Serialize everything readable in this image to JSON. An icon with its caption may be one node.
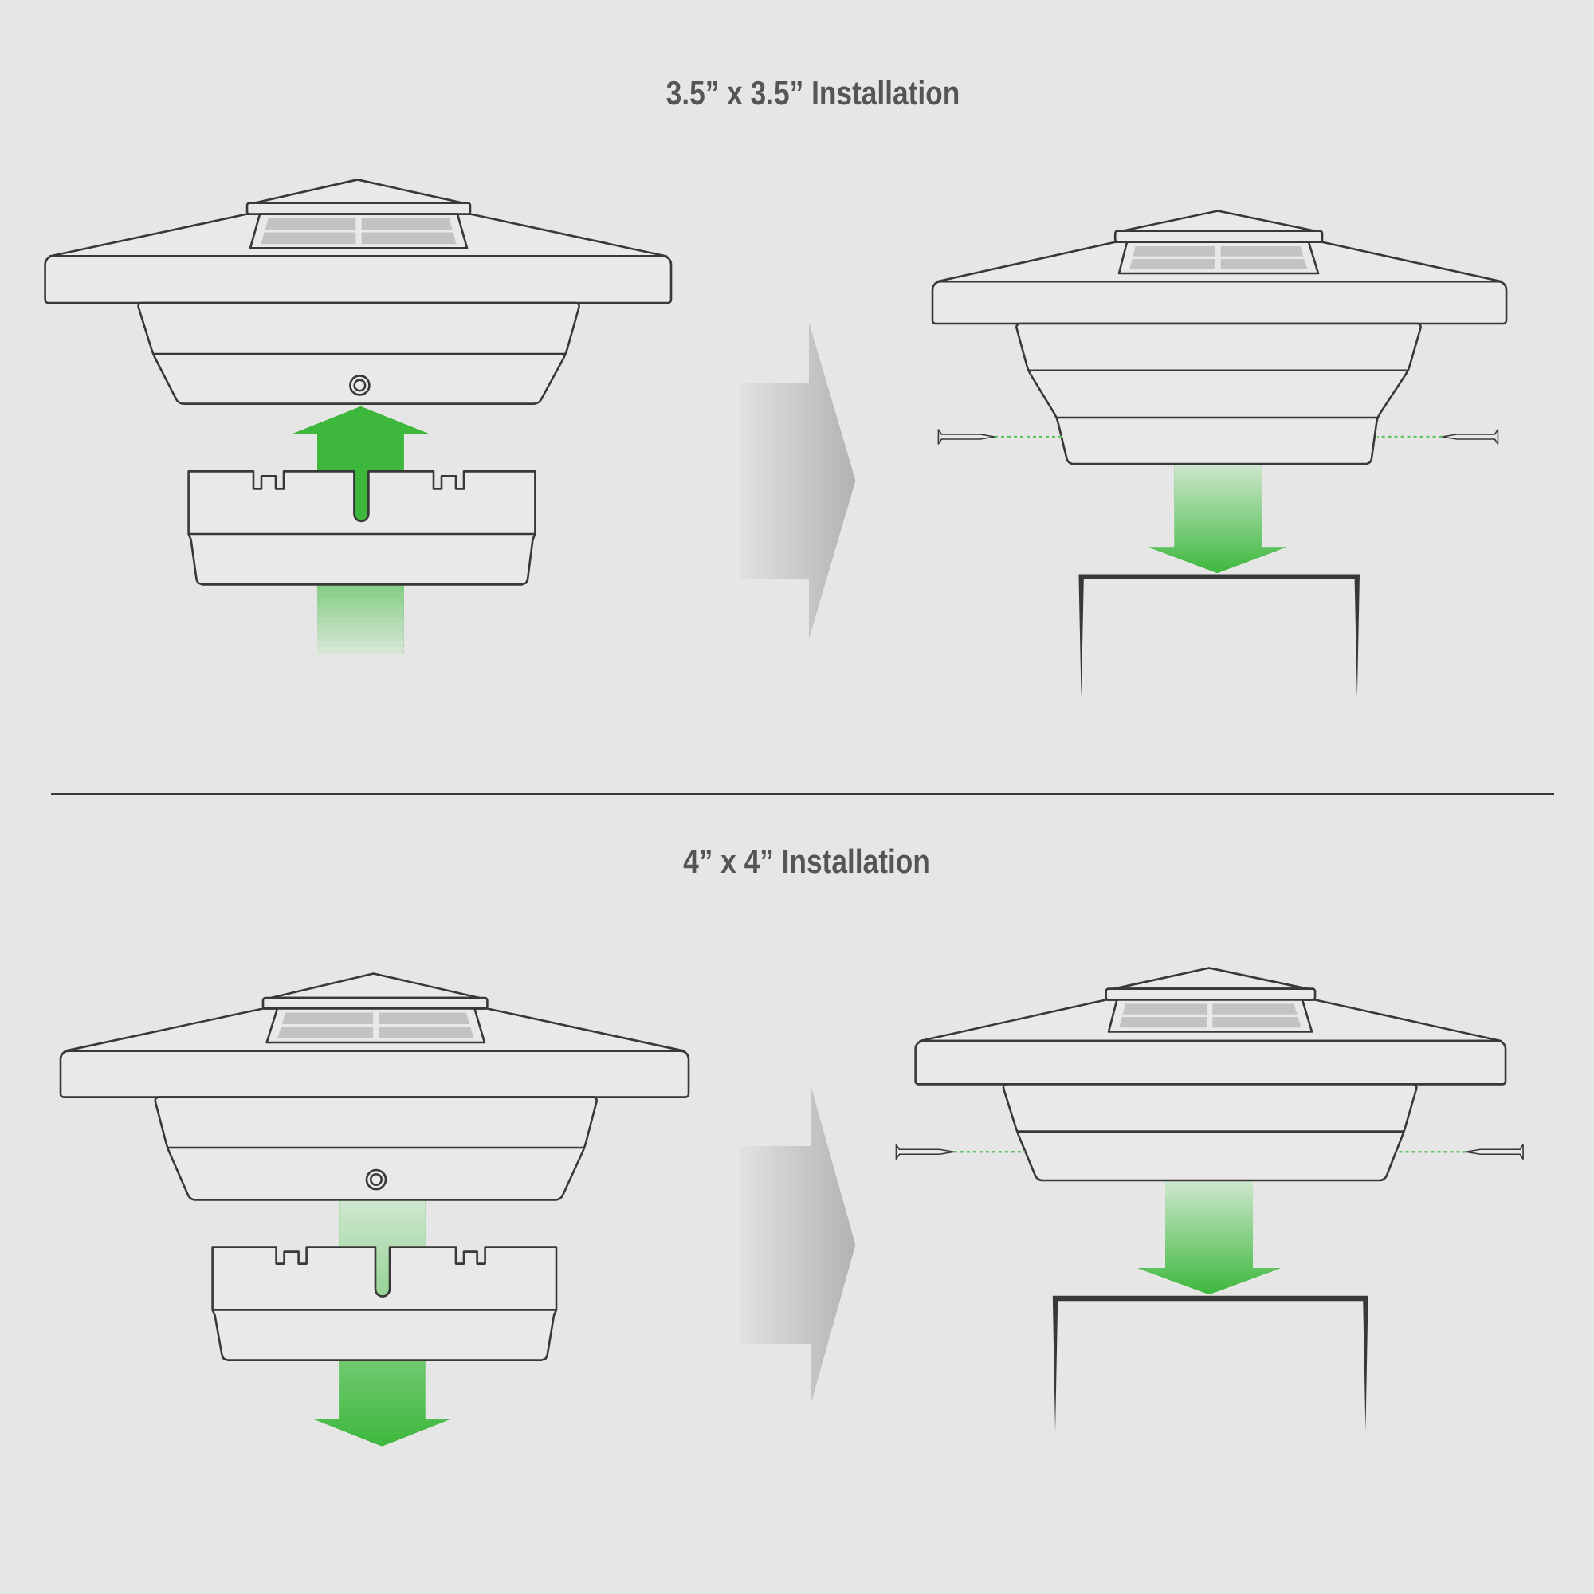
{
  "diagram": {
    "nodes": [
      {
        "text": [],
        "shape": "picture"
      },
      {
        "text": [],
        "shape": "picture"
      },
      {
        "text": [],
        "shape": "picture"
      },
      {
        "text": [],
        "shape": "picture"
      }
    ],
    "edges": [
      {
        "from": 0,
        "to": 1,
        "arrow": "to"
      },
      {
        "from": 2,
        "to": 3,
        "arrow": "to"
      }
    ],
    "labels": [
      "3.5” x 3.5” Installation",
      "4” x 4” Installation"
    ]
  }
}
